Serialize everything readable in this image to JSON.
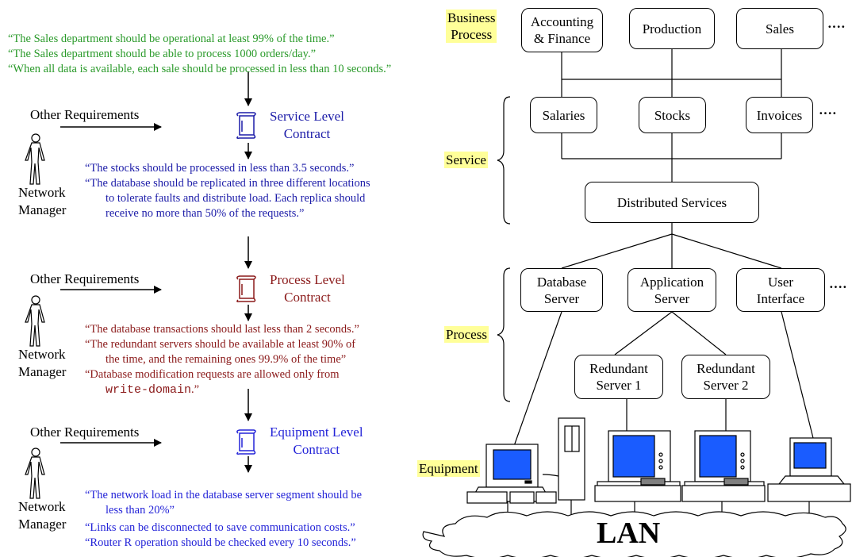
{
  "sla_requirements": [
    "“The Sales department should be operational at least 99% of the time.”",
    "“The Sales department should be able to process 1000 orders/day.”",
    "“When all data is available, each sale should be processed in less than 10 seconds.”"
  ],
  "other_requirements": "Other Requirements",
  "network_manager": {
    "line1": "Network",
    "line2": "Manager"
  },
  "service_contract": {
    "line1": "Service Level",
    "line2": "Contract"
  },
  "service_requirements": [
    "“The stocks should be processed in less than 3.5 seconds.”",
    "“The database should be replicated in three different locations",
    "to tolerate faults and distribute load. Each replica should",
    "receive no more than 50% of the requests.”"
  ],
  "process_contract": {
    "line1": "Process Level",
    "line2": "Contract"
  },
  "process_requirements": [
    "“The database transactions should last less than 2 seconds.”",
    "“The redundant servers should be available at least 90% of",
    "the time, and the remaining ones 99.9% of the time”",
    "“Database modification requests are allowed only from"
  ],
  "process_req_code": "write-domain",
  "process_req_code_tail": ".”",
  "equipment_contract": {
    "line1": "Equipment Level",
    "line2": "Contract"
  },
  "equipment_requirements": [
    "“The network load in the database server segment should be",
    "less than 20%”",
    "“Links can be disconnected to save communication costs.”",
    "“Router R operation should be checked every 10 seconds.”"
  ],
  "layers": {
    "business_process": {
      "line1": "Business",
      "line2": "Process"
    },
    "service": "Service",
    "process": "Process",
    "equipment": "Equipment"
  },
  "business_nodes": [
    {
      "line1": "Accounting",
      "line2": "& Finance"
    },
    {
      "line1": "Production",
      "line2": ""
    },
    {
      "line1": "Sales",
      "line2": ""
    }
  ],
  "service_nodes": [
    "Salaries",
    "Stocks",
    "Invoices"
  ],
  "distributed_services": "Distributed Services",
  "process_nodes": [
    {
      "line1": "Database",
      "line2": "Server"
    },
    {
      "line1": "Application",
      "line2": "Server"
    },
    {
      "line1": "User",
      "line2": "Interface"
    }
  ],
  "redundant_nodes": [
    {
      "line1": "Redundant",
      "line2": "Server 1"
    },
    {
      "line1": "Redundant",
      "line2": "Server 2"
    }
  ],
  "lan": "LAN",
  "ellipsis": "····",
  "colors": {
    "sla_text": "#2a9a2a",
    "service_text": "#1c1ca8",
    "process_text": "#8b1a1a",
    "equipment_text": "#2424d8",
    "layer_label_bg": "#ffff99",
    "screen": "#1a5cff"
  }
}
